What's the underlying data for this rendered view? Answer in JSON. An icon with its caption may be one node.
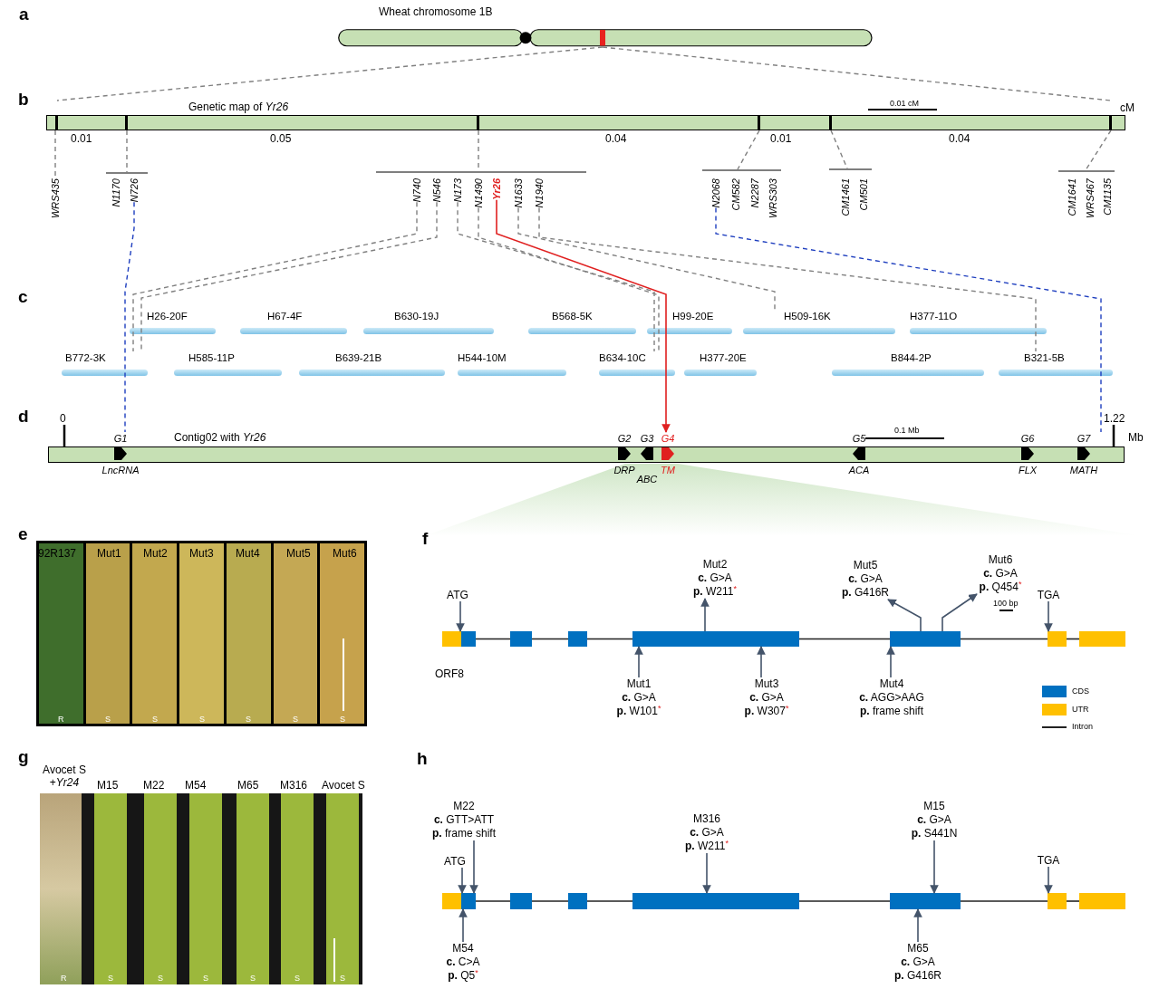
{
  "diagram": {
    "nodes": [
      {
        "text": [
          "Wheat chromosome 1B"
        ]
      },
      {
        "text": [
          "Genetic map of *Yr26*"
        ]
      },
      {
        "text": [
          "WRS435"
        ]
      },
      {
        "text": [],
        "shape": "bar"
      },
      {
        "text": [
          "N1170"
        ]
      },
      {
        "text": [
          "N726"
        ]
      },
      {
        "text": [],
        "shape": "bar"
      },
      {
        "text": [
          "N740"
        ]
      },
      {
        "text": [
          "N546"
        ]
      },
      {
        "text": [
          "N173"
        ]
      },
      {
        "text": [
          "N1490"
        ]
      },
      {
        "text": [
          "Yr26"
        ]
      },
      {
        "text": [
          "N1633"
        ]
      },
      {
        "text": [
          "N1940"
        ]
      },
      {
        "text": [],
        "shape": "bar"
      },
      {
        "text": [
          "N2068"
        ]
      },
      {
        "text": [
          "CM582"
        ]
      },
      {
        "text": [
          "N2287"
        ]
      },
      {
        "text": [
          "WRS303"
        ]
      },
      {
        "text": [],
        "shape": "bar"
      },
      {
        "text": [
          "CM1461"
        ]
      },
      {
        "text": [
          "CM501"
        ]
      },
      {
        "text": [],
        "shape": "bar"
      },
      {
        "text": [
          "CM1641"
        ]
      },
      {
        "text": [
          "WRS467"
        ]
      },
      {
        "text": [
          "CM1135"
        ]
      },
      {
        "text": [
          "H26-20F"
        ]
      },
      {
        "text": [
          "H67-4F"
        ]
      },
      {
        "text": [
          "B630-19J"
        ]
      },
      {
        "text": [
          "B568-5K"
        ]
      },
      {
        "text": [
          "H99-20E"
        ]
      },
      {
        "text": [
          "H509-16K"
        ]
      },
      {
        "text": [
          "H377-11O"
        ]
      },
      {
        "text": [
          "B772-3K"
        ]
      },
      {
        "text": [
          "H585-11P"
        ]
      },
      {
        "text": [
          "B639-21B"
        ]
      },
      {
        "text": [
          "H544-10M"
        ]
      },
      {
        "text": [
          "B634-10C"
        ]
      },
      {
        "text": [
          "H377-20E"
        ]
      },
      {
        "text": [
          "B844-2P"
        ]
      },
      {
        "text": [
          "B321-5B"
        ]
      },
      {
        "text": [
          "Contig02 with *Yr26*"
        ]
      },
      {
        "text": [
          "G1",
          "LncRNA"
        ]
      },
      {
        "text": [
          "G2",
          "DRP"
        ]
      },
      {
        "text": [
          "G3",
          "ABC"
        ]
      },
      {
        "text": [
          "G4",
          "TM"
        ]
      },
      {
        "text": [
          "G5",
          "ACA"
        ]
      },
      {
        "text": [
          "G6",
          "FLX"
        ]
      },
      {
        "text": [
          "G7",
          "MATH"
        ]
      },
      {
        "text": [
          "ATG"
        ]
      },
      {
        "text": [
          "Mut2",
          "**c.** G>A",
          "**p.** W211$^{*}$"
        ]
      },
      {
        "text": [
          "Mut5",
          "**c.** G>A",
          "**p.** G416R"
        ]
      },
      {
        "text": [
          "Mut6",
          "**c.** G>A",
          "**p.** Q454$^{*}$"
        ]
      },
      {
        "text": [
          "TGA"
        ]
      },
      {
        "text": [],
        "shape": "box"
      },
      {
        "text": [],
        "shape": "box"
      },
      {
        "text": [],
        "shape": "box"
      },
      {
        "text": [],
        "shape": "box"
      },
      {
        "text": [],
        "shape": "box"
      },
      {
        "text": [],
        "shape": "box"
      },
      {
        "text": [],
        "shape": "box"
      },
      {
        "text": [],
        "shape": "box"
      },
      {
        "text": [
          "Mut1",
          "**c.** G>A",
          "**p.** W101$^{*}$"
        ]
      },
      {
        "text": [
          "Mut3",
          "**c.** G>A",
          "**p.** W307$^{*}$"
        ]
      },
      {
        "text": [
          "Mut4",
          "**c.** AGG>AAG",
          "**p.** frame shift"
        ]
      },
      {
        "text": [
          "M22",
          "**c.** GTT>ATT",
          "**p.** frame shift"
        ]
      },
      {
        "text": [
          "M316",
          "**c.** G>A",
          "**p.** W211$^{*}$"
        ]
      },
      {
        "text": [
          "M15",
          "**c.** G>A",
          "**p.** S441N"
        ]
      },
      {
        "text": [
          "ATG"
        ]
      },
      {
        "text": [
          "TGA"
        ]
      },
      {
        "text": [],
        "shape": "box"
      },
      {
        "text": [],
        "shape": "box"
      },
      {
        "text": [],
        "shape": "box"
      },
      {
        "text": [],
        "shape": "box"
      },
      {
        "text": [],
        "shape": "box"
      },
      {
        "text": [],
        "shape": "box"
      },
      {
        "text": [],
        "shape": "box"
      },
      {
        "text": [],
        "shape": "box"
      },
      {
        "text": [
          "M54",
          "**c.** C>A",
          "**p.** Q5$^{*}$"
        ]
      },
      {
        "text": [
          "M65",
          "**c.** G>A",
          "**p.** G416R"
        ]
      }
    ],
    "edges": [
      {
        "from": 0,
        "to": 1,
        "arrow": "none",
        "style": "dashed",
        "color": "#808080"
      },
      {
        "from": 0,
        "to": 1,
        "arrow": "none",
        "style": "dashed",
        "color": "#808080"
      },
      {
        "from": 1,
        "to": 2,
        "arrow": "none",
        "style": "dashed",
        "color": "#808080"
      },
      {
        "from": 1,
        "to": 3,
        "arrow": "none",
        "style": "dashed",
        "color": "#808080"
      },
      {
        "from": 1,
        "to": 6,
        "arrow": "none",
        "style": "dashed",
        "color": "#808080"
      },
      {
        "from": 1,
        "to": 14,
        "arrow": "none",
        "style": "dashed",
        "color": "#808080"
      },
      {
        "from": 1,
        "to": 19,
        "arrow": "none",
        "style": "dashed",
        "color": "#808080"
      },
      {
        "from": 1,
        "to": 22,
        "arrow": "none",
        "style": "dashed",
        "color": "#808080"
      },
      {
        "from": 7,
        "to": 33,
        "arrow": "none",
        "style": "dashed",
        "color": "#808080"
      },
      {
        "from": 8,
        "to": 33,
        "arrow": "none",
        "style": "dashed",
        "color": "#808080"
      },
      {
        "from": 9,
        "to": 37,
        "arrow": "none",
        "style": "dashed",
        "color": "#808080"
      },
      {
        "from": 10,
        "to": 37,
        "arrow": "none",
        "style": "dashed",
        "color": "#808080"
      },
      {
        "from": 12,
        "to": 31,
        "arrow": "none",
        "style": "dashed",
        "color": "#808080"
      },
      {
        "from": 13,
        "to": 40,
        "arrow": "none",
        "style": "dashed",
        "color": "#808080"
      },
      {
        "from": 11,
        "to": 45,
        "arrow": "to",
        "color": "#e02020"
      },
      {
        "from": 5,
        "to": 42,
        "arrow": "none",
        "style": "dashed",
        "color": "#1f3fbf"
      },
      {
        "from": 15,
        "to": 48,
        "arrow": "none",
        "style": "dashed",
        "color": "#1f3fbf"
      },
      {
        "from": 49,
        "to": 55,
        "arrow": "to"
      },
      {
        "from": 58,
        "to": 50,
        "arrow": "to"
      },
      {
        "from": 59,
        "to": 51,
        "arrow": "to"
      },
      {
        "from": 59,
        "to": 52,
        "arrow": "to"
      },
      {
        "from": 53,
        "to": 60,
        "arrow": "to"
      },
      {
        "from": 62,
        "to": 58,
        "arrow": "to"
      },
      {
        "from": 63,
        "to": 58,
        "arrow": "to"
      },
      {
        "from": 64,
        "to": 59,
        "arrow": "to"
      },
      {
        "from": 68,
        "to": 71,
        "arrow": "to"
      },
      {
        "from": 65,
        "to": 71,
        "arrow": "to"
      },
      {
        "from": 66,
        "to": 74,
        "arrow": "to"
      },
      {
        "from": 67,
        "to": 75,
        "arrow": "to"
      },
      {
        "from": 69,
        "to": 76,
        "arrow": "to"
      },
      {
        "from": 78,
        "to": 71,
        "arrow": "to"
      },
      {
        "from": 79,
        "to": 75,
        "arrow": "to"
      },
      {
        "from": 55,
        "to": 56,
        "arrow": "none",
        "color": "#222222"
      },
      {
        "from": 56,
        "to": 57,
        "arrow": "none",
        "color": "#222222"
      },
      {
        "from": 57,
        "to": 58,
        "arrow": "none",
        "color": "#222222"
      },
      {
        "from": 58,
        "to": 59,
        "arrow": "none",
        "color": "#222222"
      },
      {
        "from": 59,
        "to": 60,
        "arrow": "none",
        "color": "#222222"
      },
      {
        "from": 60,
        "to": 61,
        "arrow": "none",
        "color": "#222222"
      },
      {
        "from": 71,
        "to": 72,
        "arrow": "none",
        "color": "#222222"
      },
      {
        "from": 72,
        "to": 73,
        "arrow": "none",
        "color": "#222222"
      },
      {
        "from": 73,
        "to": 74,
        "arrow": "none",
        "color": "#222222"
      },
      {
        "from": 74,
        "to": 75,
        "arrow": "none",
        "color": "#222222"
      },
      {
        "from": 75,
        "to": 76,
        "arrow": "none",
        "color": "#222222"
      },
      {
        "from": 76,
        "to": 77,
        "arrow": "none",
        "color": "#222222"
      }
    ],
    "labels": [
      "a",
      "b",
      "0.01",
      "0.05",
      "0.04",
      "0.01",
      "0.04",
      "0.01 cM",
      "cM",
      "c",
      "d",
      "0",
      "1.22",
      "Mb",
      "0.1 Mb",
      "e",
      "92R137",
      "Mut1",
      "Mut2",
      "Mut3",
      "Mut4",
      "Mut5",
      "Mut6",
      "R",
      "S",
      "S",
      "S",
      "S",
      "S",
      "S",
      "f",
      "ORF8",
      "100 bp",
      "g",
      "Avocet S +*Yr24*",
      "M15",
      "M22",
      "M54",
      "M65",
      "M316",
      "Avocet S",
      "R",
      "S",
      "S",
      "S",
      "S",
      "S",
      "S",
      "h"
    ],
    "legend": [
      {
        "text": "CDS",
        "color": "#0070c0"
      },
      {
        "text": "UTR",
        "color": "#ffc000"
      },
      {
        "text": "Intron"
      }
    ]
  }
}
